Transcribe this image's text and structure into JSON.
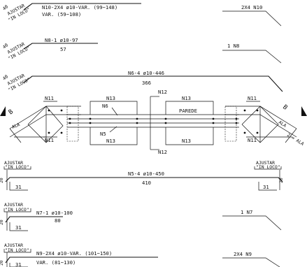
{
  "n10": {
    "adjust_number": "40",
    "adjust_label": "AJUSTAR",
    "in_loco": "\"IN LOCO\"",
    "spec": "N10-2X4 ø10-VAR. (99~148)",
    "var": "VAR. (59~108)",
    "count": "2X4 N10"
  },
  "n8": {
    "adjust_number": "40",
    "adjust_label": "AJUSTAR",
    "in_loco": "\"IN LOCO\"",
    "spec": "N8-1 ø10-97",
    "length": "57",
    "count": "1 N8"
  },
  "n6": {
    "adjust_number": "40",
    "adjust_label": "AJUSTAR",
    "in_loco": "\"IN LOCO\"",
    "spec": "N6-4 ø10-446",
    "length": "366"
  },
  "plan": {
    "n11_tl": "N11",
    "n11_tr": "N11",
    "n11_bl": "N11",
    "n11_br": "N11",
    "n13_top_left": "N13",
    "n13_top_right": "N13",
    "n13_bot_left": "N13",
    "n13_bot_right": "N13",
    "n12_top": "N12",
    "n12_bot": "N12",
    "n6": "N6",
    "n5": "N5",
    "parede": "PAREDE",
    "section_left": "B",
    "section_right": "B",
    "ala_left": "ALA",
    "ala_right": "ALA",
    "ala_right_2": "2 = ALA"
  },
  "n5": {
    "adjust_left": "AJUSTAR",
    "in_loco_left": "\"IN LOCO\"",
    "adjust_right": "AJUSTAR",
    "in_loco_right": "\"IN LOCO\"",
    "spec": "N5-4 ø10-450",
    "length": "410",
    "hook_left": "20",
    "hook_right": "20",
    "leg_left": "31",
    "leg_right": "31"
  },
  "n7": {
    "adjust_label": "AJUSTAR",
    "in_loco": "\"IN LOCO\"",
    "spec": "N7-1 ø10-100",
    "length": "80",
    "hook": "20",
    "leg": "31",
    "count": "1 N7"
  },
  "n9": {
    "adjust_label": "AJUSTAR",
    "in_loco": "\"IN LOCO\"",
    "spec": "N9-2X4 ø10-VAR. (101~150)",
    "var": "VAR. (81~130)",
    "hook": "20",
    "leg": "31",
    "count": "2X4 N9"
  }
}
